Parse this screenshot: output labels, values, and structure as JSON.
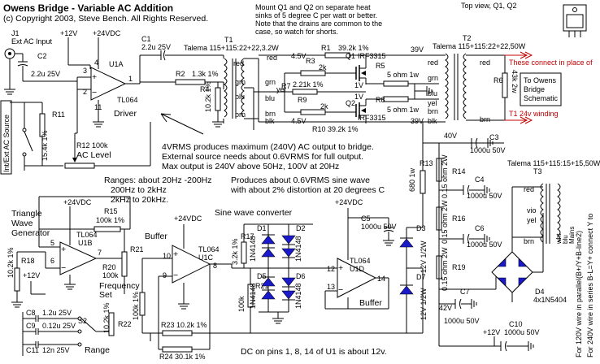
{
  "title": "Owens Bridge - Variable AC Addition",
  "copyright": "(c) Copyright 2003, Steve Bench. All Rights Reserved.",
  "notes": {
    "heatsink": [
      "Mount Q1 and Q2 on separate heat",
      "sinks of 5 degree C per watt or better.",
      "Note that the drains are common to the",
      "case, so watch for shorts."
    ],
    "topview": "Top view, Q1, Q2",
    "output": [
      "4VRMS produces maximum (240V) AC output to bridge.",
      "External source needs about 0.6VRMS for full output.",
      "Max output is 240V above 50Hz, 100V at 20Hz"
    ],
    "ranges": [
      "Ranges: about 20Hz -200Hz",
      "200Hz to 2kHz",
      "2kHz to 20kHz."
    ],
    "sine": [
      "Produces about 0.6VRMS sine wave",
      "with about 2% distortion at 20 degrees C"
    ],
    "dc": "DC on pins 1, 8, 14 of U1 is about 12v.",
    "mains": [
      "For 120V wire in parallel(B+/Y+B-line2)",
      "For 240V wire in series B-L=Y+ connect Y to"
    ],
    "connect": "These connect in place of",
    "t1winding": "T1 24v winding",
    "owens_box": [
      "To Owens",
      "Bridge",
      "Schematic"
    ]
  },
  "blocks": {
    "u1a": "U1A",
    "u1a_type": "TL064",
    "driver": "Driver",
    "u1b": "U1B",
    "u1b_type": "TL064",
    "u1c": "U1C",
    "u1c_type": "TL064",
    "buffer1": "Buffer",
    "u1d": "U1D",
    "u1d_type": "TL064",
    "buffer2": "Buffer",
    "triangle": [
      "Triangle",
      "Wave",
      "Generator"
    ],
    "sineconv": "Sine wave converter",
    "freqset": [
      "Frequency",
      "Set"
    ],
    "range": "Range",
    "aclevel": [
      "R12 100k",
      "AC Level"
    ],
    "intext": "Int/Ext AC Source",
    "j1": [
      "J1",
      "Ext AC Input"
    ]
  },
  "components": {
    "c1": [
      "C1",
      "2.2u 25V"
    ],
    "c2": [
      "C2",
      "2.2u 25V"
    ],
    "r1": "R1",
    "r1v": "39.2k 1%",
    "r2": "R2",
    "r2v": "1.3k 1%",
    "r3": "R3",
    "r3v": "2k",
    "r4": "R4",
    "r4v": "10.2k 1%",
    "r5": "R5",
    "r5v": "5 ohm 1w",
    "r6": "R6",
    "r6v": "43k 2w",
    "r7": "R7",
    "r7v": "2.21k 1%",
    "r8": "R8",
    "r8v": "5 ohm 1w",
    "r9": "R9",
    "r9v": "2k",
    "r10": "R10 39.2k 1%",
    "r11": "R11",
    "r11v": "15.4k 1%",
    "r13": "R13",
    "r13v": "680 1w",
    "r14": "R14",
    "r14v": "0.15 ohm 2W",
    "r15": "R15",
    "r15v": "100k 1%",
    "r16": "R16",
    "r16v": "0.15 ohm 2W",
    "r17": "R17",
    "r17v": "3.2k 1%",
    "r18": "R18",
    "r18v": "10.2k 1%",
    "r19": "R19",
    "r19v": "0.15 ohm 2W",
    "r20": "R20",
    "r20v": "100k",
    "r21": "R21",
    "r21v": "100k 1%",
    "r22": "R22",
    "r22v": "10.2k 1%",
    "r23": "R23 10.2k 1%",
    "r24": "R24 30.1k 1%",
    "c3": "C3",
    "c3v": "1000u 50V",
    "c4": "C4",
    "c4v": "1000u 50V",
    "c5": "C5",
    "c5v": "1000u 50V",
    "c6": "C6",
    "c6v": "1000u 50V",
    "c7": "C7",
    "c7v": "1000u 50V",
    "c8": "C8",
    "c8v": "1.2u 25V",
    "c9": "C9",
    "c9v": "0.12u 25V",
    "c10": "C10",
    "c10v": "1000u 50V",
    "c11": "C11",
    "c11v": "12n 25V",
    "d1": "D1",
    "d2": "D2",
    "d3": "D3",
    "d3v": "12V 1/2W",
    "d4": "D4",
    "d4v": "4x1N5404",
    "d5": "D5",
    "d6": "D6",
    "d7": "D7",
    "d7v": "12V 1/2W",
    "d_type": "1N4148",
    "q1": "Q1",
    "q2": "Q2",
    "q_type": "IRF3315",
    "t1": "T1",
    "t1n": "Talema 115+115:22+22,3.2W",
    "t2": "T2",
    "t2n": "Talema 115+115:22+22,50W",
    "t3": "T3",
    "t3n": "Talema 115+115:15+15,50W",
    "s2": "S2",
    "mains": "Mains"
  },
  "voltages": {
    "p12": "+12V",
    "p24": "+24VDC",
    "v45": "4.5V",
    "v39": "39V",
    "v40": "40V",
    "v42": "42V",
    "v1": "1V"
  },
  "pins": {
    "red": "red",
    "grn": "grn",
    "blu": "blu",
    "yel": "yel",
    "brn": "brn",
    "blk": "blk",
    "vio": "vio",
    "wht": "wht"
  }
}
